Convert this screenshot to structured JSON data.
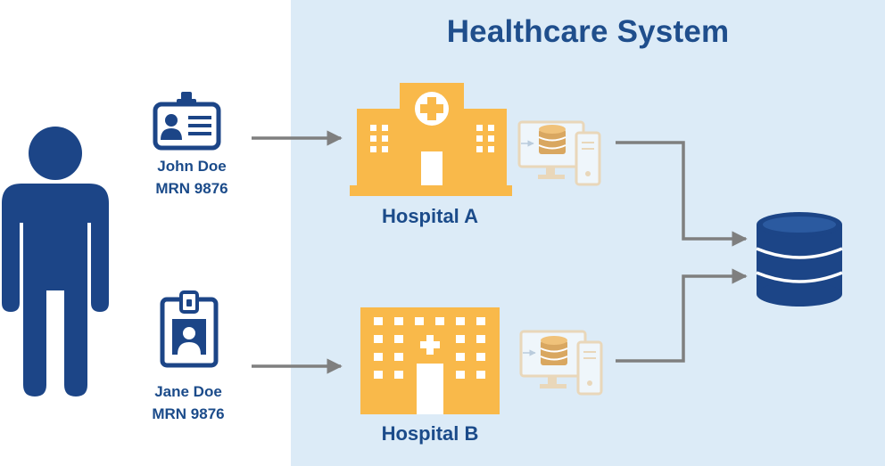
{
  "title": "Healthcare System",
  "patients": [
    {
      "name": "John Doe",
      "mrn": "MRN 9876"
    },
    {
      "name": "Jane Doe",
      "mrn": "MRN 9876"
    }
  ],
  "hospitals": [
    {
      "label": "Hospital A"
    },
    {
      "label": "Hospital B"
    }
  ],
  "colors": {
    "navy": "#1c4587",
    "orange": "#f9b94a",
    "panel": "#dcebf7",
    "arrow": "#7f7f7f",
    "text": "#1b4b8a"
  },
  "icons": [
    "person-icon",
    "id-badge-icon",
    "photo-badge-icon",
    "hospital-cross-icon",
    "hospital-building-icon",
    "computer-database-icon",
    "central-database-icon"
  ]
}
